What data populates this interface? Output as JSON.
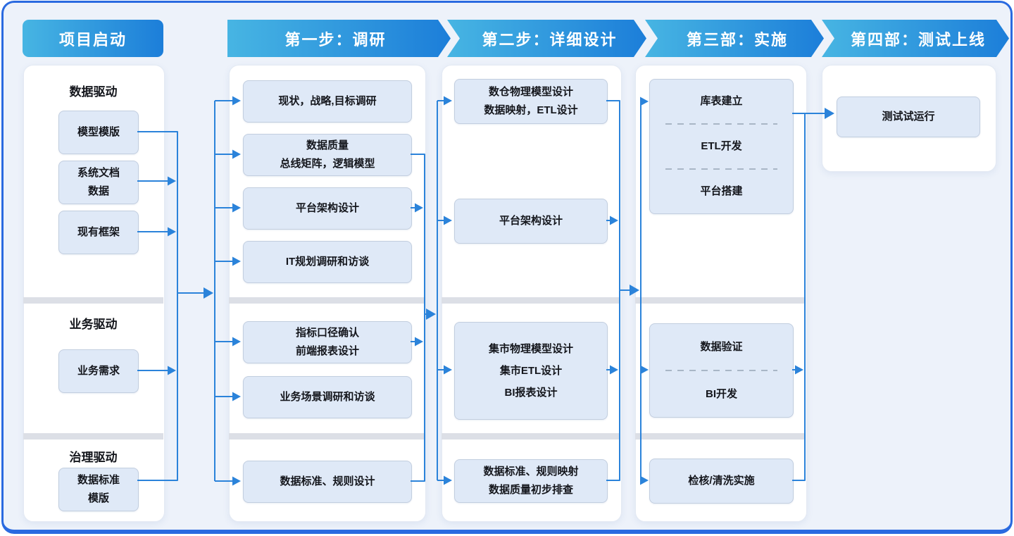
{
  "headers": [
    {
      "label": "项目启动"
    },
    {
      "label": "第一步：调研"
    },
    {
      "label": "第二步：详细设计"
    },
    {
      "label": "第三部：实施"
    },
    {
      "label": "第四部：测试上线"
    }
  ],
  "launch": {
    "sections": [
      {
        "title": "数据驱动",
        "boxes": [
          {
            "lines": [
              "模型模版"
            ]
          },
          {
            "lines": [
              "系统文档",
              "数据"
            ]
          },
          {
            "lines": [
              "现有框架"
            ]
          }
        ]
      },
      {
        "title": "业务驱动",
        "boxes": [
          {
            "lines": [
              "业务需求"
            ]
          }
        ]
      },
      {
        "title": "治理驱动",
        "boxes": [
          {
            "lines": [
              "数据标准",
              "模版"
            ]
          }
        ]
      }
    ]
  },
  "step1": {
    "boxes": [
      {
        "lines": [
          "现状，战略,目标调研"
        ]
      },
      {
        "lines": [
          "数据质量",
          "总线矩阵，逻辑模型"
        ]
      },
      {
        "lines": [
          "平台架构设计"
        ]
      },
      {
        "lines": [
          "IT规划调研和访谈"
        ]
      },
      {
        "lines": [
          "指标口径确认",
          "前端报表设计"
        ]
      },
      {
        "lines": [
          "业务场景调研和访谈"
        ]
      },
      {
        "lines": [
          "数据标准、规则设计"
        ]
      }
    ]
  },
  "step2": {
    "boxes": [
      {
        "lines": [
          "数仓物理模型设计",
          "数据映射，ETL设计"
        ]
      },
      {
        "lines": [
          "平台架构设计"
        ]
      },
      {
        "lines": [
          "集市物理模型设计",
          "集市ETL设计",
          "BI报表设计"
        ]
      },
      {
        "lines": [
          "数据标准、规则映射",
          "数据质量初步排查"
        ]
      }
    ]
  },
  "step3": {
    "boxes": [
      {
        "lines": [
          "库表建立",
          "ETL开发",
          "平台搭建"
        ],
        "dashed_separators": true
      },
      {
        "lines": [
          "数据验证",
          "BI开发"
        ],
        "dashed_separators": true
      },
      {
        "lines": [
          "检核/清洗实施"
        ]
      }
    ]
  },
  "step4": {
    "boxes": [
      {
        "lines": [
          "测试试运行"
        ]
      }
    ]
  },
  "colors": {
    "banner_grad_a": "#47b5e3",
    "banner_grad_b": "#1c7ed9",
    "banner_text": "#ffffff",
    "connector": "#2b83da",
    "node_fill": "#dfe9f7",
    "node_border": "#c2cedf",
    "dash_color": "#a9b6c6",
    "card_bg": "#ffffff",
    "page_bg": "#edf2fa",
    "frame_border": "#2a6ae0",
    "divider": "#dcdfe6",
    "text_dark": "#14161c"
  }
}
